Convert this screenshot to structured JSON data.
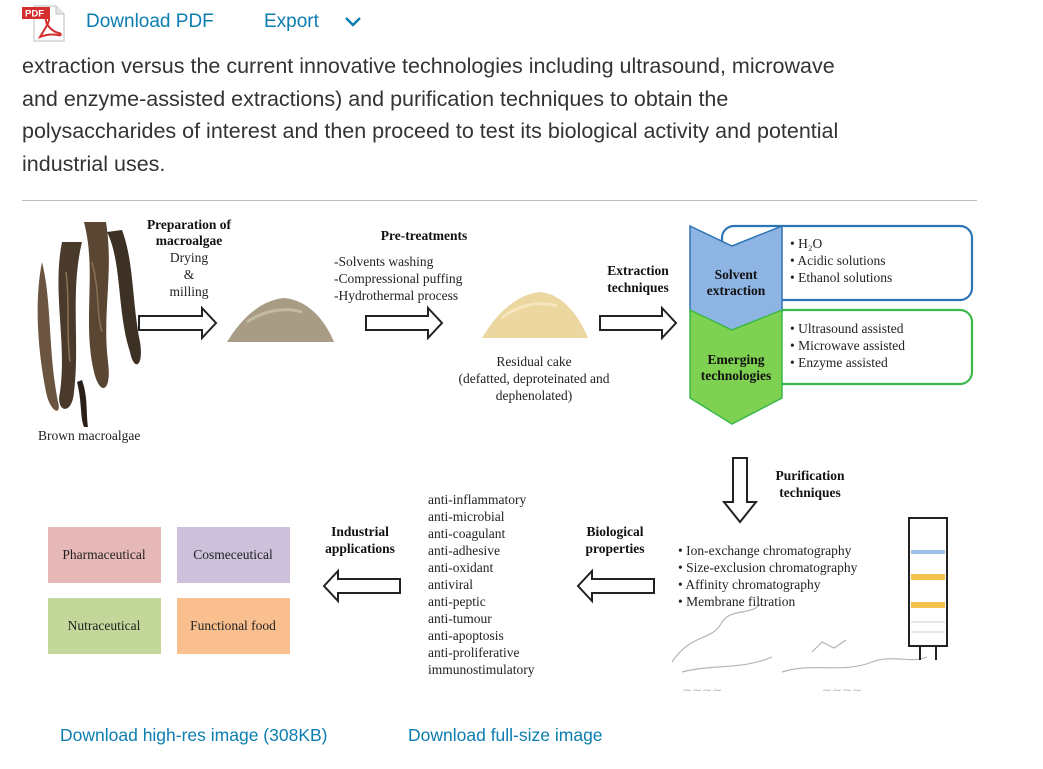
{
  "toolbar": {
    "pdf_badge": "PDF",
    "download_pdf": "Download PDF",
    "export": "Export"
  },
  "paragraph": {
    "lines": [
      "extraction versus the current innovative technologies including ultrasound, microwave",
      "and enzyme-assisted extractions) and purification techniques to obtain the",
      "polysaccharides of interest and then proceed to test its biological activity and potential",
      "industrial uses."
    ]
  },
  "figure": {
    "algae_label": "Brown macroalgae",
    "prep_title": [
      "Preparation of",
      "macroalgae"
    ],
    "prep_steps": [
      "Drying",
      "&",
      "milling"
    ],
    "pretreat_title": "Pre-treatments",
    "pretreat_items": [
      "-Solvents washing",
      "-Compressional puffing",
      "-Hydrothermal process"
    ],
    "residual": [
      "Residual cake",
      "(defatted, deproteinated and",
      "dephenolated)"
    ],
    "extraction_title": [
      "Extraction",
      "techniques"
    ],
    "solvent_label": [
      "Solvent",
      "extraction"
    ],
    "solvent_items": [
      "• H₂O",
      "• Acidic solutions",
      "• Ethanol solutions"
    ],
    "emerging_label": [
      "Emerging",
      "technologies"
    ],
    "emerging_items": [
      "• Ultrasound assisted",
      "• Microwave assisted",
      "• Enzyme assisted"
    ],
    "purification_title": [
      "Purification",
      "techniques"
    ],
    "purification_items": [
      "• Ion-exchange chromatography",
      "• Size-exclusion chromatography",
      "• Affinity chromatography",
      "• Membrane filtration"
    ],
    "bio_title": [
      "Biological",
      "properties"
    ],
    "bio_items": [
      "anti-inflammatory",
      "anti-microbial",
      "anti-coagulant",
      "anti-adhesive",
      "anti-oxidant",
      "antiviral",
      "anti-peptic",
      "anti-tumour",
      "anti-apoptosis",
      "anti-proliferative",
      "immunostimulatory"
    ],
    "industrial_title": [
      "Industrial",
      "applications"
    ],
    "apps": {
      "pharmaceutical": "Pharmaceutical",
      "cosmeceutical": "Cosmeceutical",
      "nutraceutical": "Nutraceutical",
      "functional_food": "Functional food"
    },
    "colors": {
      "solvent_blue": "#8eb4e3",
      "emerging_green": "#7fd151",
      "box_blue": "#2e75b6",
      "box_green": "#3cb84a",
      "pharma": "#e6b8b7",
      "cosme": "#ccc0da",
      "nutra": "#c4d79b",
      "food": "#fabf8f"
    }
  },
  "links": {
    "hires": "Download high-res image (308KB)",
    "fullsize": "Download full-size image"
  }
}
